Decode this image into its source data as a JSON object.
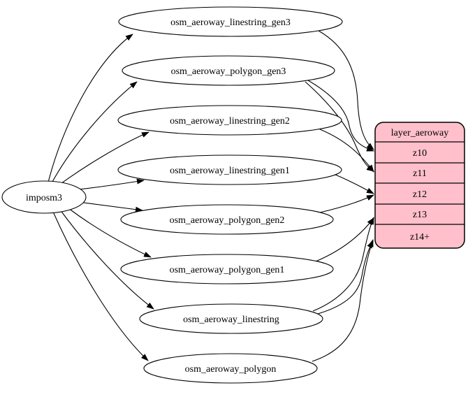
{
  "diagram": {
    "colors": {
      "background": "#ffffff",
      "node_fill": "#ffffff",
      "node_stroke": "#000000",
      "edge_color": "#000000",
      "table_fill": "#ffc0cb",
      "text_color": "#000000"
    },
    "source": {
      "label": "imposm3"
    },
    "tables": [
      {
        "label": "osm_aeroway_linestring_gen3"
      },
      {
        "label": "osm_aeroway_polygon_gen3"
      },
      {
        "label": "osm_aeroway_linestring_gen2"
      },
      {
        "label": "osm_aeroway_linestring_gen1"
      },
      {
        "label": "osm_aeroway_polygon_gen2"
      },
      {
        "label": "osm_aeroway_polygon_gen1"
      },
      {
        "label": "osm_aeroway_linestring"
      },
      {
        "label": "osm_aeroway_polygon"
      }
    ],
    "layer": {
      "header": "layer_aeroway",
      "rows": [
        {
          "label": "z10"
        },
        {
          "label": "z11"
        },
        {
          "label": "z12"
        },
        {
          "label": "z13"
        },
        {
          "label": "z14+"
        }
      ]
    },
    "edges": [
      {
        "from": "imposm3",
        "to": "osm_aeroway_linestring_gen3"
      },
      {
        "from": "imposm3",
        "to": "osm_aeroway_polygon_gen3"
      },
      {
        "from": "imposm3",
        "to": "osm_aeroway_linestring_gen2"
      },
      {
        "from": "imposm3",
        "to": "osm_aeroway_linestring_gen1"
      },
      {
        "from": "imposm3",
        "to": "osm_aeroway_polygon_gen2"
      },
      {
        "from": "imposm3",
        "to": "osm_aeroway_polygon_gen1"
      },
      {
        "from": "imposm3",
        "to": "osm_aeroway_linestring"
      },
      {
        "from": "imposm3",
        "to": "osm_aeroway_polygon"
      },
      {
        "from": "osm_aeroway_linestring_gen3",
        "to": "layer_aeroway:z10"
      },
      {
        "from": "osm_aeroway_polygon_gen3",
        "to": "layer_aeroway:z10"
      },
      {
        "from": "osm_aeroway_polygon_gen3",
        "to": "layer_aeroway:z11"
      },
      {
        "from": "osm_aeroway_linestring_gen2",
        "to": "layer_aeroway:z11"
      },
      {
        "from": "osm_aeroway_linestring_gen1",
        "to": "layer_aeroway:z12"
      },
      {
        "from": "osm_aeroway_polygon_gen2",
        "to": "layer_aeroway:z12"
      },
      {
        "from": "osm_aeroway_polygon_gen1",
        "to": "layer_aeroway:z13"
      },
      {
        "from": "osm_aeroway_linestring",
        "to": "layer_aeroway:z13"
      },
      {
        "from": "osm_aeroway_linestring",
        "to": "layer_aeroway:z14+"
      },
      {
        "from": "osm_aeroway_polygon",
        "to": "layer_aeroway:z14+"
      }
    ]
  }
}
